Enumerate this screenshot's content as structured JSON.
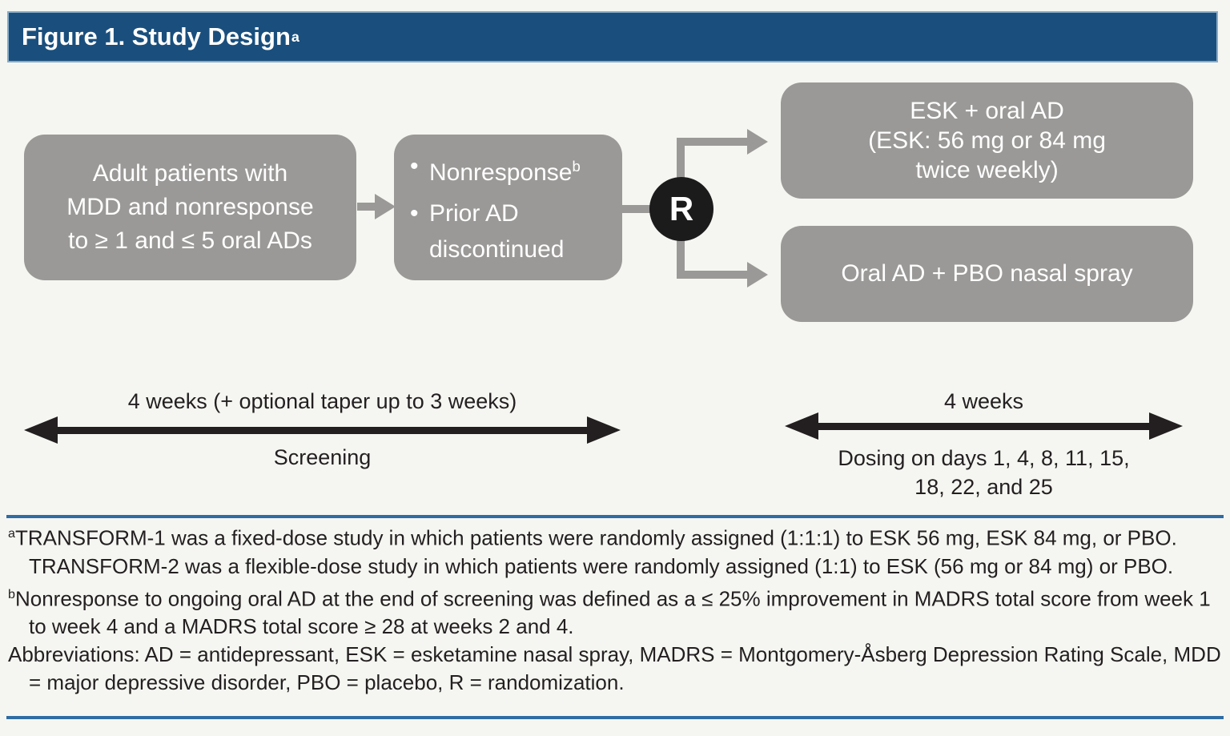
{
  "figure": {
    "title": "Figure 1. Study Design",
    "title_sup": "a"
  },
  "diagram": {
    "bullet_glyph": "•",
    "box_patients": {
      "lines": [
        "Adult patients with",
        "MDD and nonresponse",
        "to ≥ 1 and ≤ 5 oral ADs"
      ]
    },
    "box_criteria": {
      "bullets": [
        {
          "text": "Nonresponse",
          "sup": "b"
        },
        {
          "text": "Prior AD discontinued",
          "sup": ""
        }
      ]
    },
    "randomization_label": "R",
    "box_esk": {
      "lines": [
        "ESK + oral AD",
        "(ESK: 56 mg or 84 mg",
        "twice weekly)"
      ]
    },
    "box_pbo": {
      "lines": [
        "Oral AD + PBO nasal spray"
      ]
    }
  },
  "timelines": {
    "screening": {
      "duration": "4 weeks (+ optional taper up to 3 weeks)",
      "label": "Screening"
    },
    "treatment": {
      "duration": "4 weeks",
      "label_lines": [
        "Dosing on days 1, 4, 8, 11, 15,",
        "18, 22, and 25"
      ]
    }
  },
  "footnotes": {
    "a": {
      "sup": "a",
      "text": "TRANSFORM-1 was a fixed-dose study in which patients were randomly assigned (1:1:1) to ESK 56 mg, ESK 84 mg, or PBO. TRANSFORM-2 was a flexible-dose study in which patients were randomly assigned (1:1) to ESK (56 mg or 84 mg) or PBO."
    },
    "b": {
      "sup": "b",
      "text": "Nonresponse to ongoing oral AD at the end of screening was defined as a ≤ 25% improvement in MADRS total score from week 1 to week 4 and a MADRS total score ≥ 28 at weeks 2 and 4."
    },
    "abbreviations": "Abbreviations: AD = antidepressant, ESK = esketamine nasal spray, MADRS = Montgomery-Åsberg Depression Rating Scale, MDD = major depressive disorder, PBO = placebo, R = randomization."
  },
  "colors": {
    "header_bg": "#1a4f7d",
    "box_gray": "#9b9997",
    "rule_blue": "#2e6ca3",
    "circle_black": "#1b1b1b",
    "text_dark": "#231f20"
  }
}
